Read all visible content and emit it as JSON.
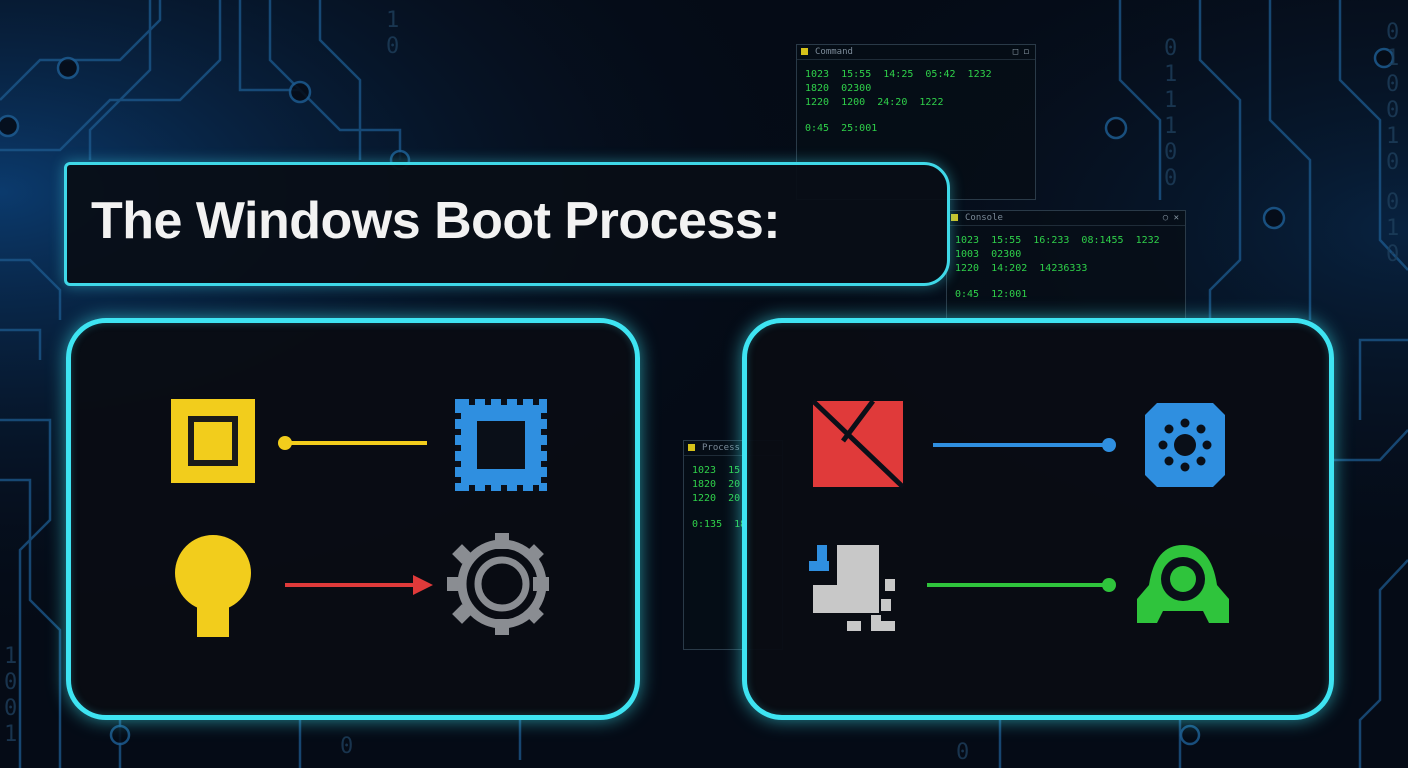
{
  "title": "The Windows Boot Process:",
  "terminals": [
    {
      "title": "Command",
      "lines": [
        "1023  15:55  14:25  05:42  1232",
        "1820  02300",
        "1220  1200  24:20  1222",
        "",
        "0:45  25:001"
      ]
    },
    {
      "title": "Console",
      "lines": [
        "1023  15:55  16:233  08:1455  1232",
        "1003  02300",
        "1220  14:202  14236333",
        "",
        "0:45  12:001"
      ]
    },
    {
      "title": "Process",
      "lines": [
        "1023  15",
        "1820  20",
        "1220  20",
        "",
        "0:135  18"
      ]
    }
  ],
  "colors": {
    "accent": "#3ee4f2",
    "yellow": "#f2cd1c",
    "blue": "#2f8fe0",
    "red": "#e03a3a",
    "gray": "#8a8d92",
    "green": "#2fc43c",
    "light_gray": "#c8c8c8"
  },
  "icons": {
    "left_panel": [
      "bios-chip-icon",
      "cpu-chip-icon",
      "power-key-icon",
      "gear-icon"
    ],
    "right_panel": [
      "windows-logo-icon",
      "settings-icon",
      "kernel-blocks-icon",
      "login-user-icon"
    ]
  }
}
